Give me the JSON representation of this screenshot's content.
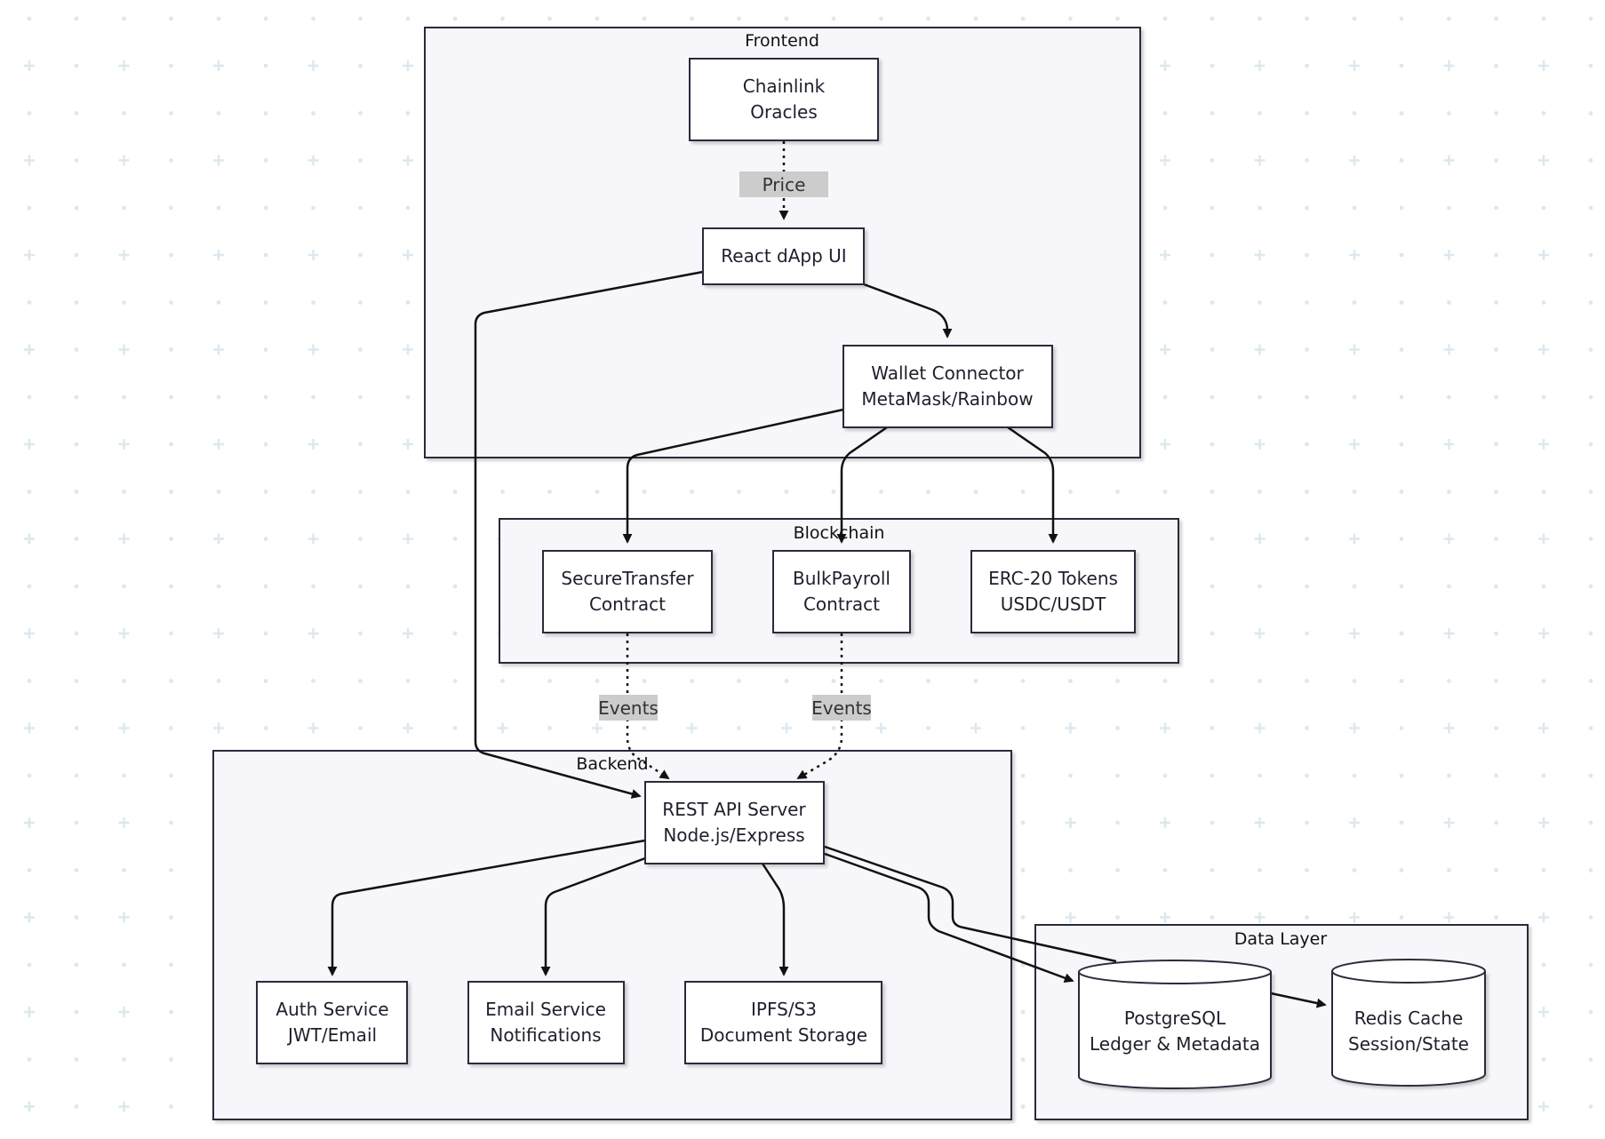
{
  "groups": {
    "frontend": "Frontend",
    "blockchain": "Blockchain",
    "backend": "Backend",
    "data_layer": "Data Layer"
  },
  "nodes": {
    "chainlink": [
      "Chainlink",
      "Oracles"
    ],
    "react_ui": [
      "React dApp UI"
    ],
    "wallet": [
      "Wallet Connector",
      "MetaMask/Rainbow"
    ],
    "secure_transfer": [
      "SecureTransfer",
      "Contract"
    ],
    "bulk_payroll": [
      "BulkPayroll",
      "Contract"
    ],
    "erc20": [
      "ERC-20 Tokens",
      "USDC/USDT"
    ],
    "rest_api": [
      "REST API Server",
      "Node.js/Express"
    ],
    "auth": [
      "Auth Service",
      "JWT/Email"
    ],
    "email": [
      "Email Service",
      "Notifications"
    ],
    "ipfs": [
      "IPFS/S3",
      "Document Storage"
    ],
    "postgres": [
      "PostgreSQL",
      "Ledger & Metadata"
    ],
    "redis": [
      "Redis Cache",
      "Session/State"
    ]
  },
  "edge_labels": {
    "price": "Price",
    "events_secure": "Events",
    "events_bulk": "Events"
  },
  "colors": {
    "group_fill": "#f7f7fb",
    "node_fill": "#ffffff",
    "stroke": "#2b2b3a",
    "label_bg": "#cccccc",
    "grid": "#dfeaf0"
  }
}
